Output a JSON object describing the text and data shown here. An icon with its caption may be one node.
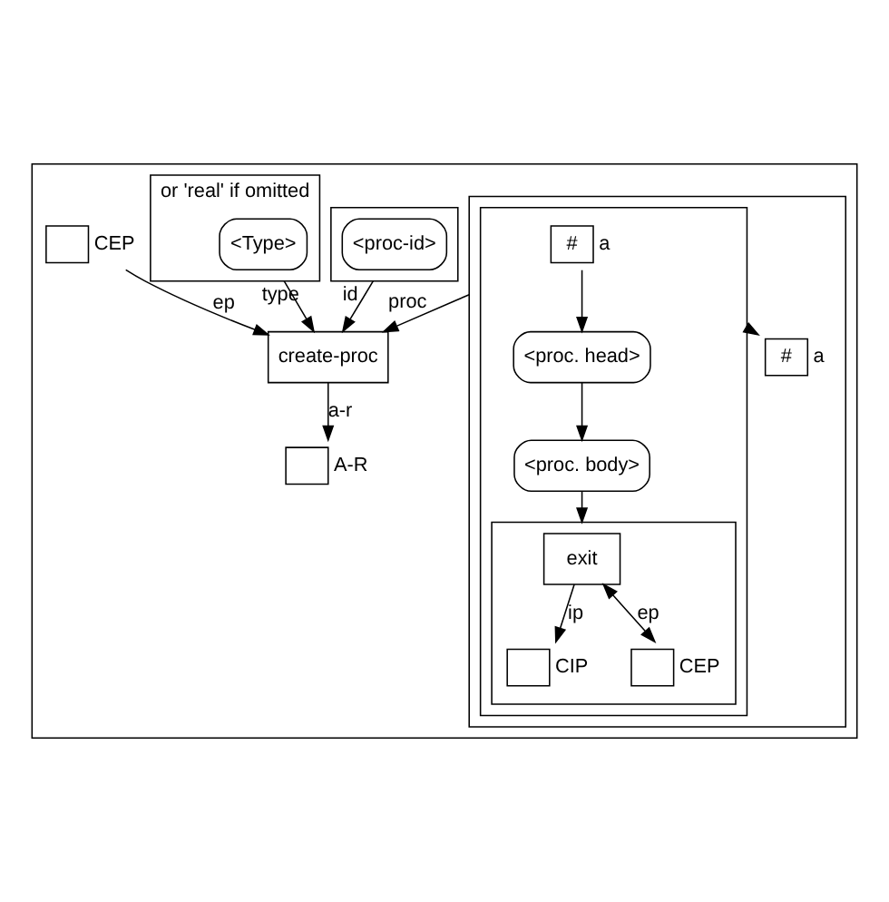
{
  "diagram": {
    "nodes": [
      {
        "text": [],
        "shape": "box"
      },
      {
        "text": [
          "create-proc"
        ],
        "in": 0
      },
      {
        "text": [],
        "shape": "box",
        "in": 0
      },
      {
        "text": [
          "<proc-id>"
        ],
        "in": 2
      },
      {
        "text": [],
        "shape": "box",
        "in": 0,
        "beside": [
          "CEP"
        ]
      },
      {
        "text": [],
        "shape": "box",
        "in": 0,
        "beside": [
          "A-R"
        ]
      },
      {
        "text": [
          "or 'real' if omitted"
        ],
        "in": 0
      },
      {
        "text": [
          "<Type>"
        ],
        "in": 6
      },
      {
        "text": [],
        "shape": "box",
        "in": 0
      },
      {
        "text": [],
        "shape": "box",
        "in": 8
      },
      {
        "text": [
          "#"
        ],
        "in": 9,
        "beside": [
          "a"
        ]
      },
      {
        "text": [
          "<proc. head>"
        ],
        "in": 9
      },
      {
        "text": [
          "<proc. body>"
        ],
        "in": 9
      },
      {
        "text": [],
        "shape": "box",
        "in": 9
      },
      {
        "text": [
          "exit"
        ],
        "in": 13
      },
      {
        "text": [],
        "shape": "box",
        "in": 13,
        "beside": [
          "CIP"
        ]
      },
      {
        "text": [],
        "shape": "box",
        "in": 13,
        "beside": [
          "CEP"
        ]
      },
      {
        "text": [
          "#"
        ],
        "in": 8,
        "beside": [
          "a"
        ]
      }
    ],
    "edges": [
      {
        "from": 2,
        "to": 1,
        "arrow": "to",
        "label": "id"
      },
      {
        "from": 4,
        "to": 1,
        "arrow": "to",
        "label": "ep"
      },
      {
        "from": 1,
        "to": 5,
        "arrow": "to",
        "label": "a-r"
      },
      {
        "from": 8,
        "to": 1,
        "arrow": "to",
        "label": "proc"
      },
      {
        "from": 6,
        "to": 1,
        "arrow": "to",
        "label": "type"
      },
      {
        "from": 9,
        "to": 17,
        "arrow": "to"
      },
      {
        "from": 10,
        "to": 11,
        "arrow": "to"
      },
      {
        "from": 11,
        "to": 12,
        "arrow": "to"
      },
      {
        "from": 12,
        "to": 13,
        "arrow": "to"
      },
      {
        "from": 14,
        "to": 15,
        "arrow": "to",
        "label": "ip"
      },
      {
        "from": 14,
        "to": 16,
        "arrow": "both",
        "label": "ep"
      }
    ]
  }
}
